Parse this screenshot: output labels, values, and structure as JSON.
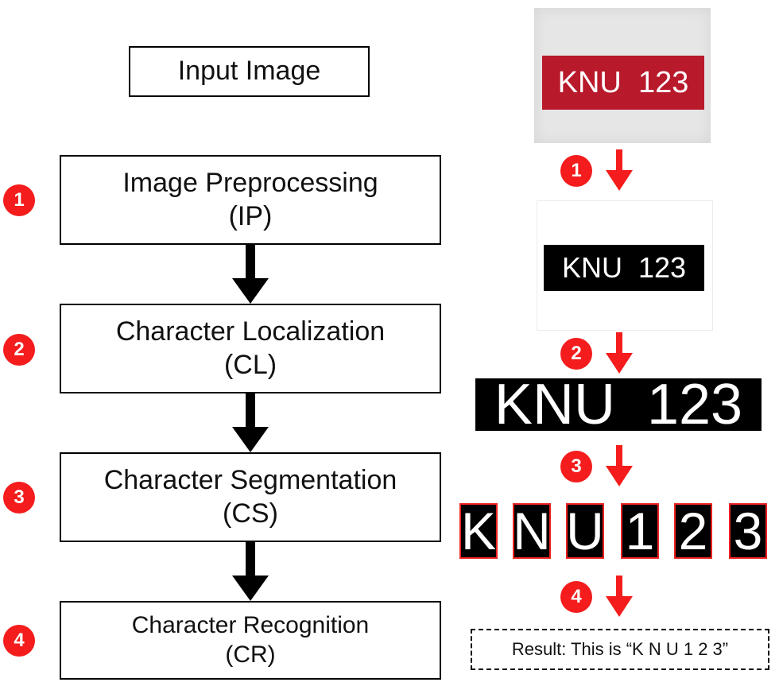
{
  "input_box": {
    "label": "Input Image"
  },
  "steps": [
    {
      "number": "1",
      "title": "Image Preprocessing",
      "abbr": "(IP)"
    },
    {
      "number": "2",
      "title": "Character Localization",
      "abbr": "(CL)"
    },
    {
      "number": "3",
      "title": "Character Segmentation",
      "abbr": "(CS)"
    },
    {
      "number": "4",
      "title": "Character Recognition",
      "abbr": "(CR)"
    }
  ],
  "pipeline": {
    "original_plate_text": "KNU  123",
    "binarized_plate_text": "KNU  123",
    "localized_plate_text": "KNU  123",
    "segmented_characters": [
      "K",
      "N",
      "U",
      "1",
      "2",
      "3"
    ],
    "result_text": "Result: This is “K N U 1 2 3”"
  },
  "colors": {
    "badge": "#f41c1c",
    "arrow_red": "#f41c1c",
    "plate_red": "#b8192b",
    "plate_background": "#e9e9e9",
    "segment_border": "#e22222"
  }
}
